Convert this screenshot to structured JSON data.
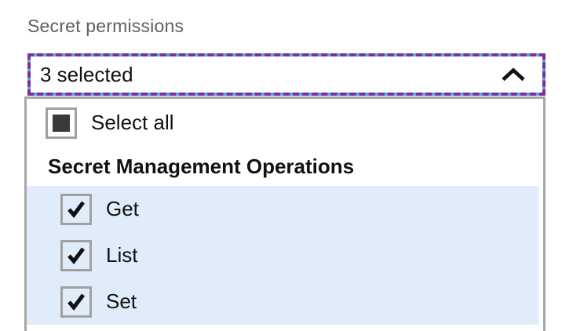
{
  "field": {
    "label": "Secret permissions",
    "value": "3 selected",
    "chevron_icon": "chevron-up"
  },
  "dropdown": {
    "select_all": {
      "label": "Select all",
      "state": "indeterminate"
    },
    "groups": [
      {
        "header": "Secret Management Operations",
        "options": [
          {
            "label": "Get",
            "checked": true
          },
          {
            "label": "List",
            "checked": true
          },
          {
            "label": "Set",
            "checked": true
          }
        ]
      }
    ]
  },
  "colors": {
    "focus_border_purple": "#7c2f9a",
    "focus_border_blue": "#57a3e8",
    "panel_border_gray": "#a6a6a6",
    "checkbox_border_gray": "#a0a0a0",
    "indeterminate_fill": "#3a3a3a",
    "selected_row_blue": "#e1ecfa",
    "label_gray": "#5f5f5f",
    "text_black": "#111111"
  }
}
